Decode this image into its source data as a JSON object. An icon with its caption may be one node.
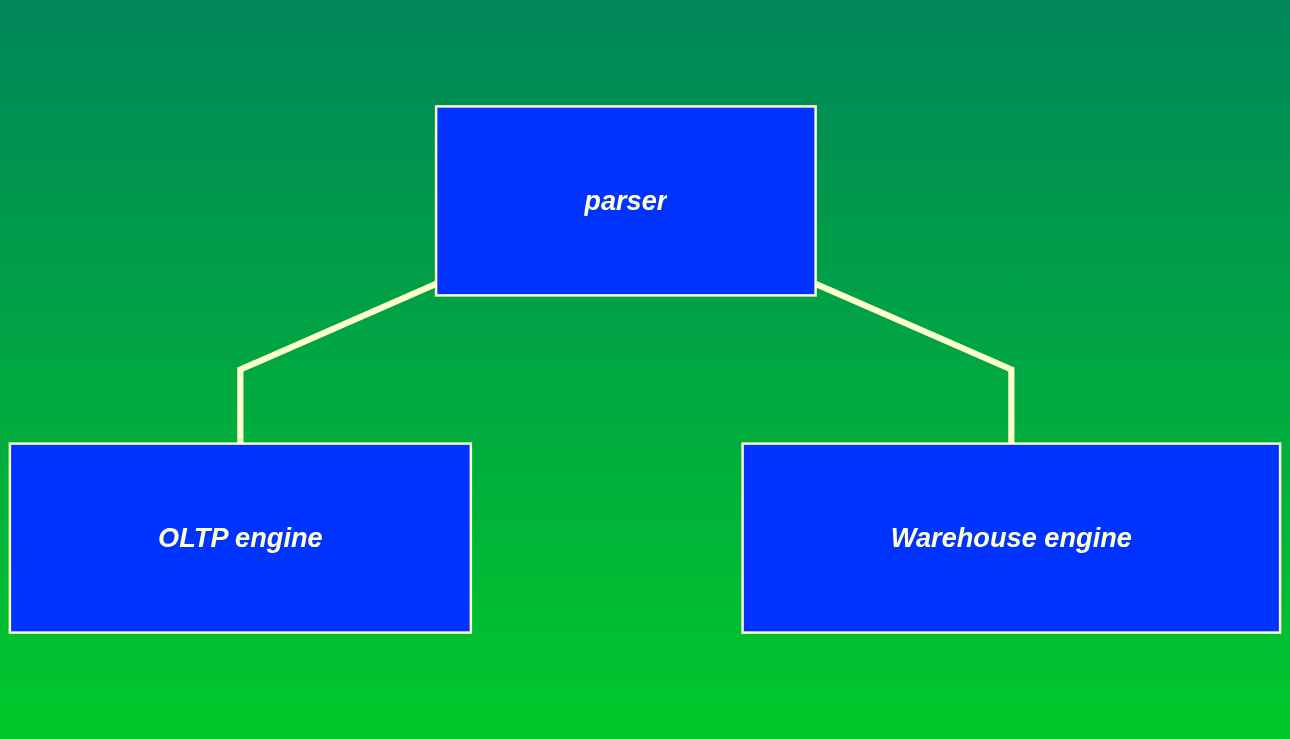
{
  "diagram": {
    "nodes": [
      {
        "text": [
          "parser"
        ]
      },
      {
        "text": [
          "OLTP engine"
        ]
      },
      {
        "text": [
          "Warehouse engine"
        ]
      }
    ],
    "edges": [
      {
        "from": 0,
        "to": 1,
        "arrow": "none"
      },
      {
        "from": 0,
        "to": 2,
        "arrow": "none"
      }
    ]
  }
}
